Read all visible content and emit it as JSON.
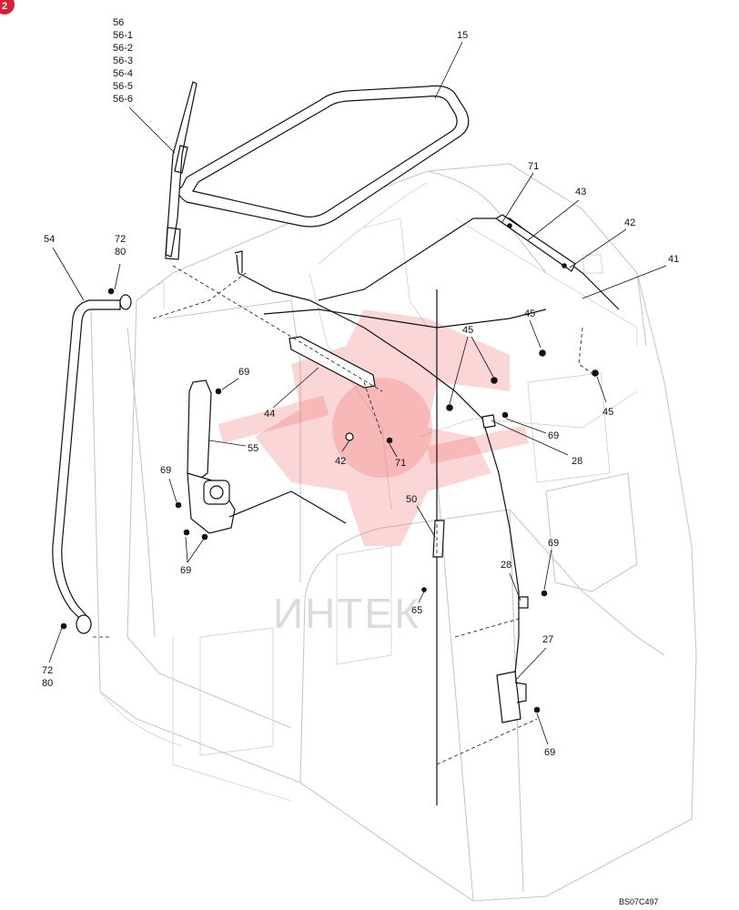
{
  "badge": "2",
  "drawing_code": "BS07C497",
  "watermark": "ИНТЕК",
  "labels": {
    "l56": "56",
    "l56_1": "56-1",
    "l56_2": "56-2",
    "l56_3": "56-3",
    "l56_4": "56-4",
    "l56_5": "56-5",
    "l56_6": "56-6",
    "l15": "15",
    "l71_top": "71",
    "l43": "43",
    "l42_top": "42",
    "l41": "41",
    "l54": "54",
    "l72_top": "72",
    "l80_top": "80",
    "l45_a": "45",
    "l45_b": "45",
    "l45_c": "45",
    "l69_a": "69",
    "l69_b": "69",
    "l69_c": "69",
    "l69_d": "69",
    "l69_e": "69",
    "l69_f": "69",
    "l44": "44",
    "l55": "55",
    "l42_mid": "42",
    "l71_mid": "71",
    "l28_a": "28",
    "l28_b": "28",
    "l50": "50",
    "l65": "65",
    "l27": "27",
    "l72_bot": "72",
    "l80_bot": "80"
  },
  "colors": {
    "line": "#111111",
    "cab": "#c8c8c8",
    "watermark": "#f06a6a",
    "badge": "#d3213a"
  }
}
